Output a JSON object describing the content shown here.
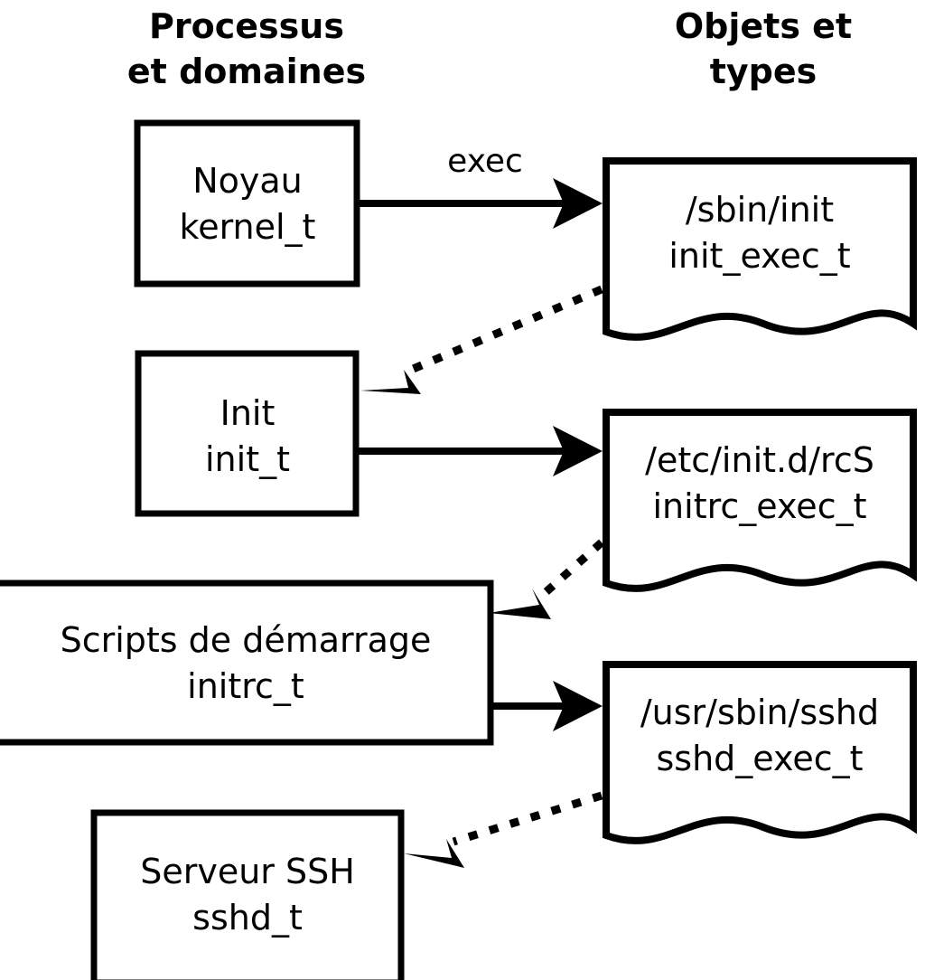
{
  "diagram": {
    "title_left": "Processus\net domaines",
    "columns": [
      {
        "id": "processes",
        "line1": "Processus",
        "line2": "et domaines"
      },
      {
        "id": "objects",
        "line1": "Objets et",
        "line2": "types"
      }
    ],
    "process_nodes": [
      {
        "id": "kernel",
        "line1": "Noyau",
        "line2": "kernel_t"
      },
      {
        "id": "init",
        "line1": "Init",
        "line2": "init_t"
      },
      {
        "id": "initrc",
        "line1": "Scripts de démarrage",
        "line2": "initrc_t"
      },
      {
        "id": "sshd",
        "line1": "Serveur SSH",
        "line2": "sshd_t"
      }
    ],
    "object_nodes": [
      {
        "id": "init_exec",
        "line1": "/sbin/init",
        "line2": "init_exec_t"
      },
      {
        "id": "initrc_exec",
        "line1": "/etc/init.d/rcS",
        "line2": "initrc_exec_t"
      },
      {
        "id": "sshd_exec",
        "line1": "/usr/sbin/sshd",
        "line2": "sshd_exec_t"
      }
    ],
    "edges": [
      {
        "id": "kernel-exec-init_exec",
        "label": "exec",
        "style": "solid",
        "from": "kernel",
        "to": "init_exec"
      },
      {
        "id": "init_exec-transition-init",
        "label": "",
        "style": "dotted",
        "from": "init_exec",
        "to": "init"
      },
      {
        "id": "init-exec-initrc_exec",
        "label": "",
        "style": "solid",
        "from": "init",
        "to": "initrc_exec"
      },
      {
        "id": "initrc_exec-transition-initrc",
        "label": "",
        "style": "dotted",
        "from": "initrc_exec",
        "to": "initrc"
      },
      {
        "id": "initrc-exec-sshd_exec",
        "label": "",
        "style": "solid",
        "from": "initrc",
        "to": "sshd_exec"
      },
      {
        "id": "sshd_exec-transition-sshd",
        "label": "",
        "style": "dotted",
        "from": "sshd_exec",
        "to": "sshd"
      }
    ],
    "colors": {
      "stroke": "#000000",
      "fill": "#ffffff",
      "background": "#ffffff"
    }
  }
}
